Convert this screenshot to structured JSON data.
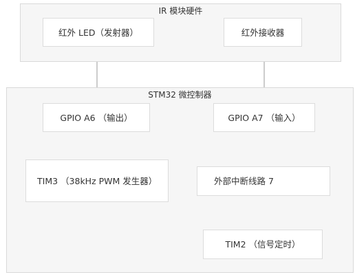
{
  "groups": {
    "ir_module": "IR 模块硬件",
    "stm32": "STM32 微控制器"
  },
  "nodes": {
    "ir_led": "红外 LED（发射器）",
    "ir_receiver": "红外接收器",
    "gpio_a6": "GPIO A6 （输出）",
    "gpio_a7": "GPIO A7 （输入）",
    "tim3": "TIM3 （38kHz PWM 发生器）",
    "exti7": "外部中断线路 7",
    "tim2": "TIM2 （信号定时）"
  },
  "colors": {
    "group_fill": "#f6f6f6",
    "group_border": "#d9d9d9",
    "node_fill": "#ffffff",
    "node_border": "#dcdcdc",
    "connector": "#9a9a9a",
    "text": "#333333"
  }
}
